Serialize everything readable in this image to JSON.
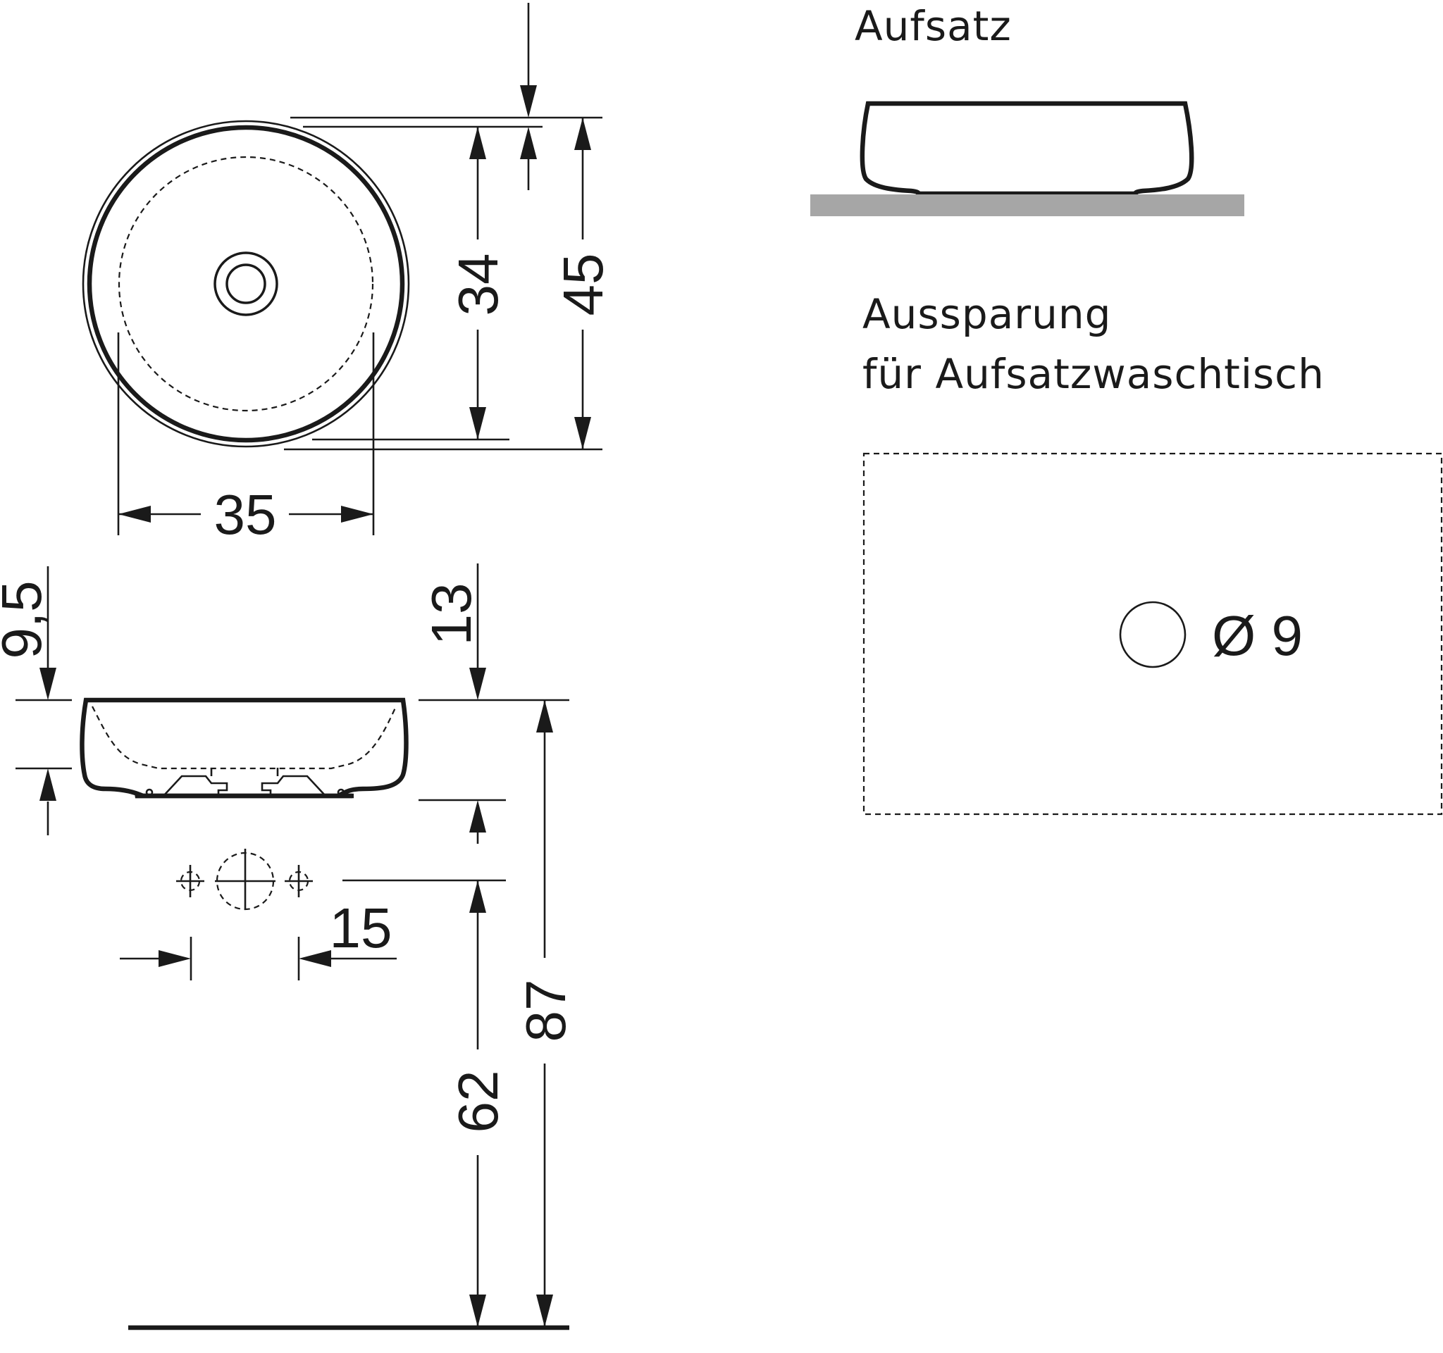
{
  "labels": {
    "aufsatz": "Aufsatz",
    "aussparung_line1": "Aussparung",
    "aussparung_line2": "für Aufsatzwaschtisch",
    "hole_diameter": "Ø 9"
  },
  "dimensions": {
    "width_top": "35",
    "inner_depth": "34",
    "outer_depth": "45",
    "inner_height": "9,5",
    "bowl_height": "13",
    "tap_spacing": "15",
    "drain_height": "62",
    "total_height": "87"
  },
  "colors": {
    "line": "#1a1a1a",
    "countertop": "#a6a6a6",
    "background": "#ffffff"
  }
}
